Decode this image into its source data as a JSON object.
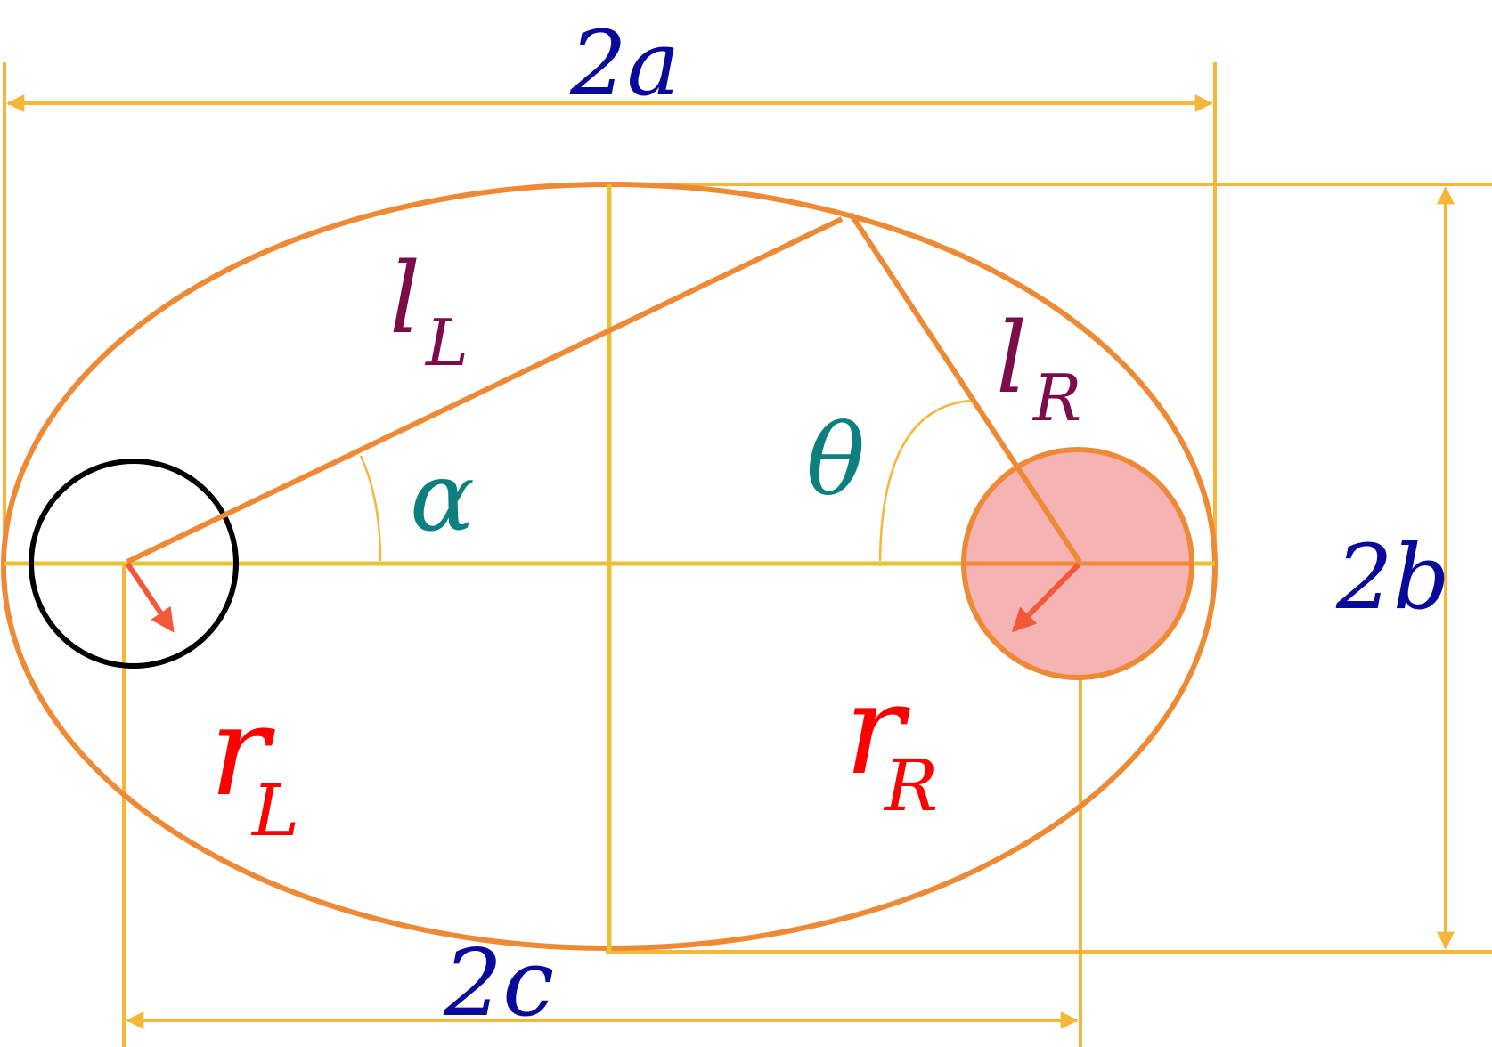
{
  "labels": {
    "major_axis": "2a",
    "minor_axis": "2b",
    "focal_distance": "2c",
    "l_main": "l",
    "l_left_sub": "L",
    "l_right_sub": "R",
    "angle_alpha": "α",
    "angle_theta": "θ",
    "r_main": "r",
    "r_left_sub": "L",
    "r_right_sub": "R"
  },
  "colors": {
    "dimension": "#f5b63a",
    "axis": "#e8c234",
    "ellipse": "#ee8a35",
    "segment": "#ee8a35",
    "left_circle": "#000000",
    "right_circle_fill": "#f5b3b3",
    "right_circle_stroke": "#ee8a35",
    "radius_arrow": "#f2593a",
    "dimension_text": "#0a0a9a",
    "l_text": "#7d0d4a",
    "angle_text": "#0d7f7f",
    "r_text": "#ff0000"
  }
}
